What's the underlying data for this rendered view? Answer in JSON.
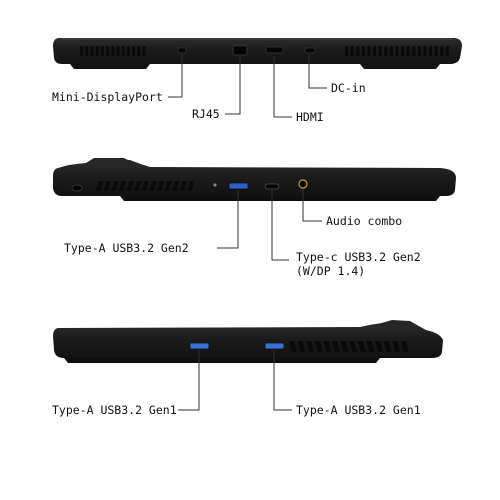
{
  "colors": {
    "chassis": "#1b1b1b",
    "chassis_edge": "#2c2c2c",
    "vent": "#0a0a0a",
    "usb_a_gen2": "#2f5ec9",
    "usb_a_gen1": "#3b6fd8",
    "leader_line": "#333333"
  },
  "views": [
    {
      "name": "rear",
      "ports": [
        {
          "label": "Mini-DisplayPort",
          "icon": "mini-displayport-port"
        },
        {
          "label": "RJ45",
          "icon": "rj45-port"
        },
        {
          "label": "HDMI",
          "icon": "hdmi-port"
        },
        {
          "label": "DC-in",
          "icon": "dc-in-port"
        }
      ]
    },
    {
      "name": "right-side",
      "ports": [
        {
          "label": "Type-A USB3.2 Gen2",
          "icon": "usb-a-port"
        },
        {
          "label_line1": "Type-c USB3.2 Gen2",
          "label_line2": "(W/DP 1.4)",
          "icon": "usb-c-port"
        },
        {
          "label": "Audio combo",
          "icon": "audio-jack"
        }
      ]
    },
    {
      "name": "left-side",
      "ports": [
        {
          "label": "Type-A USB3.2 Gen1",
          "icon": "usb-a-port"
        },
        {
          "label": "Type-A USB3.2 Gen1",
          "icon": "usb-a-port"
        }
      ]
    }
  ]
}
